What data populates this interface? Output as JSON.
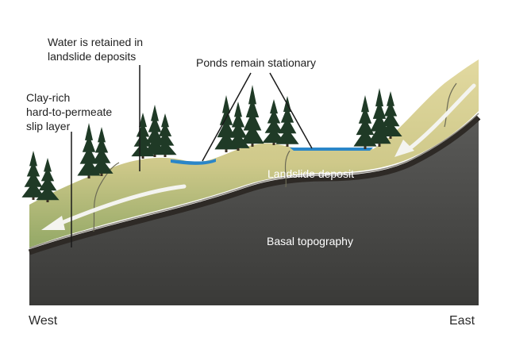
{
  "labels": {
    "water_retained": [
      "Water is retained in",
      "landslide deposits"
    ],
    "ponds": "Ponds remain stationary",
    "clay_layer": [
      "Clay-rich",
      "hard-to-permeate",
      "slip layer"
    ],
    "landslide_deposit": "Landslide deposit",
    "basal_topography": "Basal topography",
    "west": "West",
    "east": "East"
  },
  "colors": {
    "deposit": "#d6cd8a",
    "deposit_green": "#9fae6a",
    "bedrock": "#4b4b4b",
    "slip_layer": "#2e2a26",
    "pond": "#2a86c8",
    "tree": "#1f3a26",
    "arrow": "#f4f4f0",
    "leader": "#1a1a1a"
  },
  "icons": [
    "conifer-tree-icon",
    "flow-arrow-icon"
  ]
}
